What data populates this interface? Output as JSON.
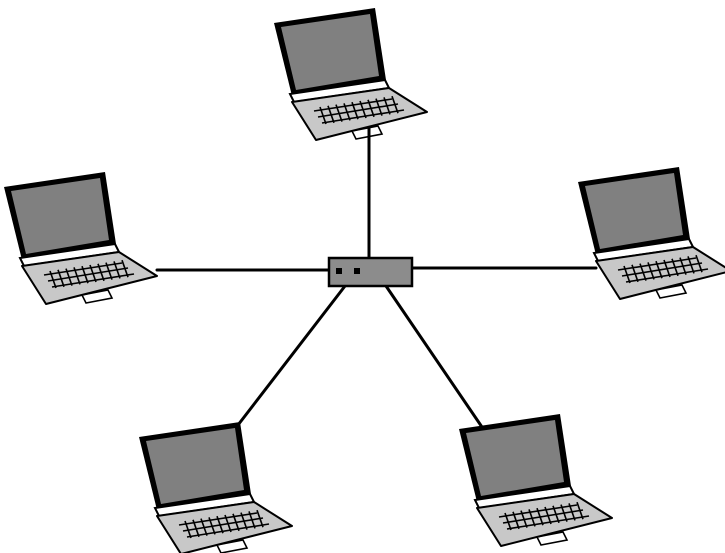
{
  "diagram": {
    "topology": "star",
    "hub": {
      "icon": "network-switch-icon",
      "status_lights": 2
    },
    "nodes": [
      {
        "id": "laptop-top",
        "icon": "laptop-icon"
      },
      {
        "id": "laptop-left",
        "icon": "laptop-icon"
      },
      {
        "id": "laptop-right",
        "icon": "laptop-icon"
      },
      {
        "id": "laptop-bottom-left",
        "icon": "laptop-icon"
      },
      {
        "id": "laptop-bottom-right",
        "icon": "laptop-icon"
      }
    ],
    "links": [
      {
        "from": "hub",
        "to": "laptop-top"
      },
      {
        "from": "hub",
        "to": "laptop-left"
      },
      {
        "from": "hub",
        "to": "laptop-right"
      },
      {
        "from": "hub",
        "to": "laptop-bottom-left"
      },
      {
        "from": "hub",
        "to": "laptop-bottom-right"
      }
    ],
    "colors": {
      "line": "#000000",
      "screen": "#808080",
      "screen_frame": "#000000",
      "base": "#c8c8c8",
      "keys": "#000000",
      "hub_fill": "#8c8c8c",
      "background": "#ffffff"
    }
  }
}
